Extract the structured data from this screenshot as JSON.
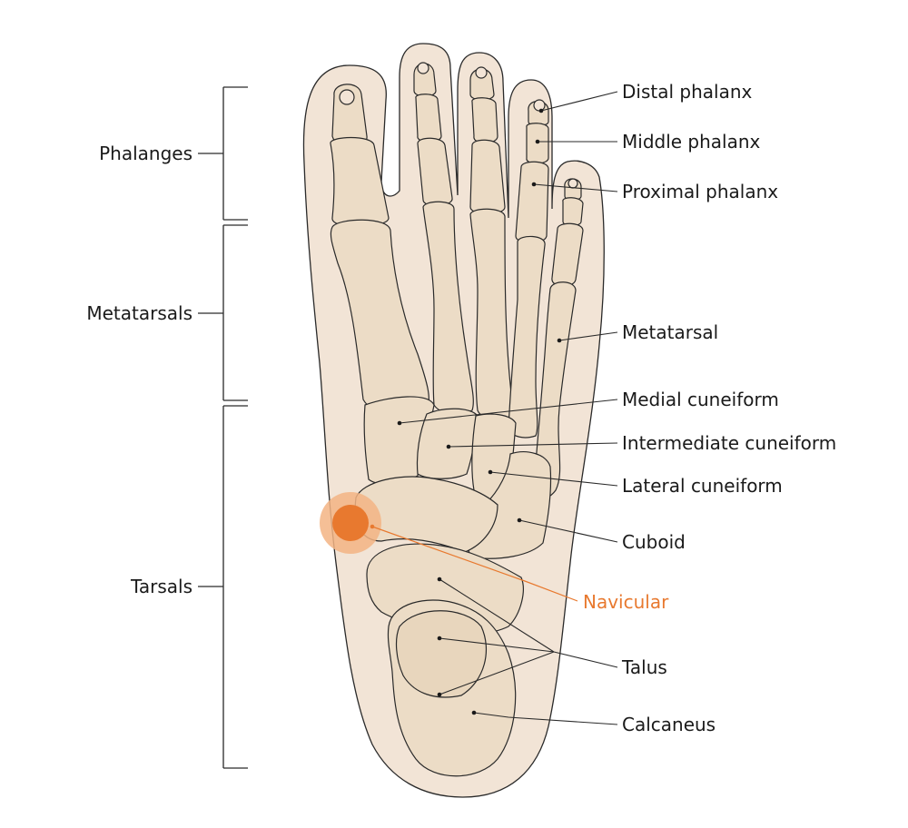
{
  "groups": {
    "phalanges": "Phalanges",
    "metatarsals": "Metatarsals",
    "tarsals": "Tarsals"
  },
  "labels": {
    "distal_phalanx": "Distal phalanx",
    "middle_phalanx": "Middle phalanx",
    "proximal_phalanx": "Proximal phalanx",
    "metatarsal": "Metatarsal",
    "medial_cuneiform": "Medial cuneiform",
    "intermediate_cuneiform": "Intermediate cuneiform",
    "lateral_cuneiform": "Lateral cuneiform",
    "cuboid": "Cuboid",
    "navicular": "Navicular",
    "talus": "Talus",
    "calcaneus": "Calcaneus"
  },
  "colors": {
    "skin": "#f2e4d6",
    "bone": "#ecdcc6",
    "outline": "#2a2a2a",
    "highlight": "#e8792f",
    "highlight_halo": "#f3b484"
  }
}
